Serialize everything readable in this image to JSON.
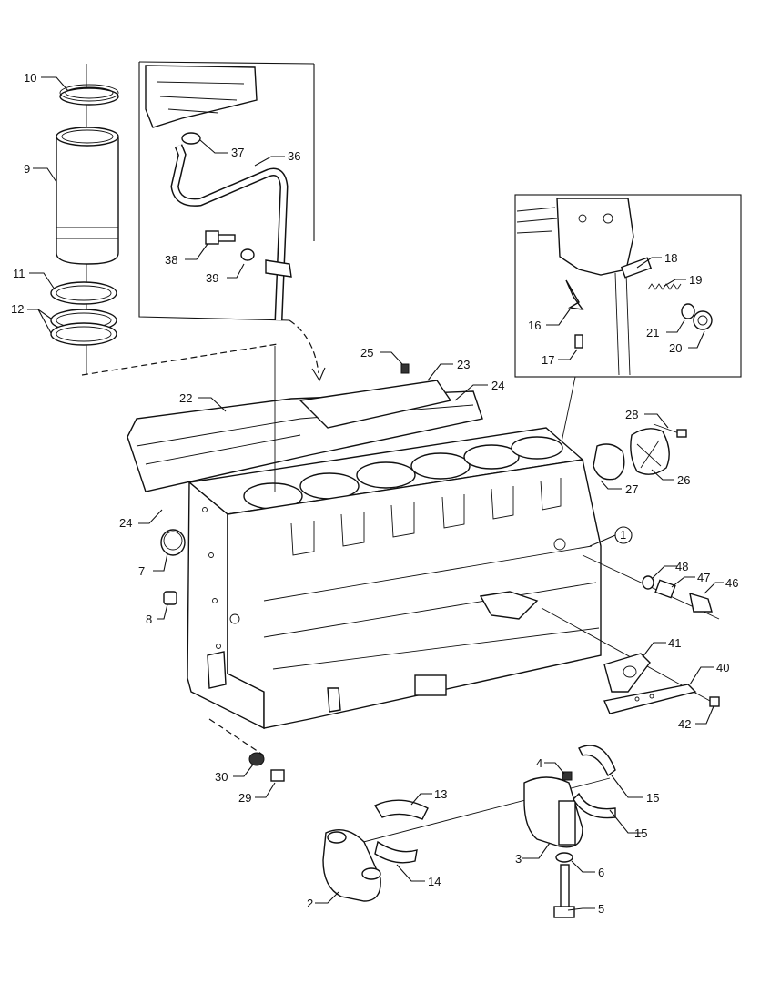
{
  "callouts": [
    {
      "id": "c10",
      "text": "10"
    },
    {
      "id": "c9",
      "text": "9"
    },
    {
      "id": "c11",
      "text": "11"
    },
    {
      "id": "c12",
      "text": "12"
    },
    {
      "id": "c37",
      "text": "37"
    },
    {
      "id": "c36",
      "text": "36"
    },
    {
      "id": "c38",
      "text": "38"
    },
    {
      "id": "c39",
      "text": "39"
    },
    {
      "id": "c25",
      "text": "25"
    },
    {
      "id": "c23",
      "text": "23"
    },
    {
      "id": "c22",
      "text": "22"
    },
    {
      "id": "c24a",
      "text": "24"
    },
    {
      "id": "c24b",
      "text": "24"
    },
    {
      "id": "c18",
      "text": "18"
    },
    {
      "id": "c19",
      "text": "19"
    },
    {
      "id": "c16",
      "text": "16"
    },
    {
      "id": "c21",
      "text": "21"
    },
    {
      "id": "c20",
      "text": "20"
    },
    {
      "id": "c17",
      "text": "17"
    },
    {
      "id": "c28",
      "text": "28"
    },
    {
      "id": "c27",
      "text": "27"
    },
    {
      "id": "c26",
      "text": "26"
    },
    {
      "id": "c1",
      "text": "1"
    },
    {
      "id": "c7",
      "text": "7"
    },
    {
      "id": "c48",
      "text": "48"
    },
    {
      "id": "c47",
      "text": "47"
    },
    {
      "id": "c46",
      "text": "46"
    },
    {
      "id": "c8",
      "text": "8"
    },
    {
      "id": "c41",
      "text": "41"
    },
    {
      "id": "c40",
      "text": "40"
    },
    {
      "id": "c42",
      "text": "42"
    },
    {
      "id": "c30",
      "text": "30"
    },
    {
      "id": "c29",
      "text": "29"
    },
    {
      "id": "c4",
      "text": "4"
    },
    {
      "id": "c15a",
      "text": "15"
    },
    {
      "id": "c13",
      "text": "13"
    },
    {
      "id": "c15b",
      "text": "15"
    },
    {
      "id": "c3",
      "text": "3"
    },
    {
      "id": "c6",
      "text": "6"
    },
    {
      "id": "c14",
      "text": "14"
    },
    {
      "id": "c2",
      "text": "2"
    },
    {
      "id": "c5",
      "text": "5"
    }
  ]
}
